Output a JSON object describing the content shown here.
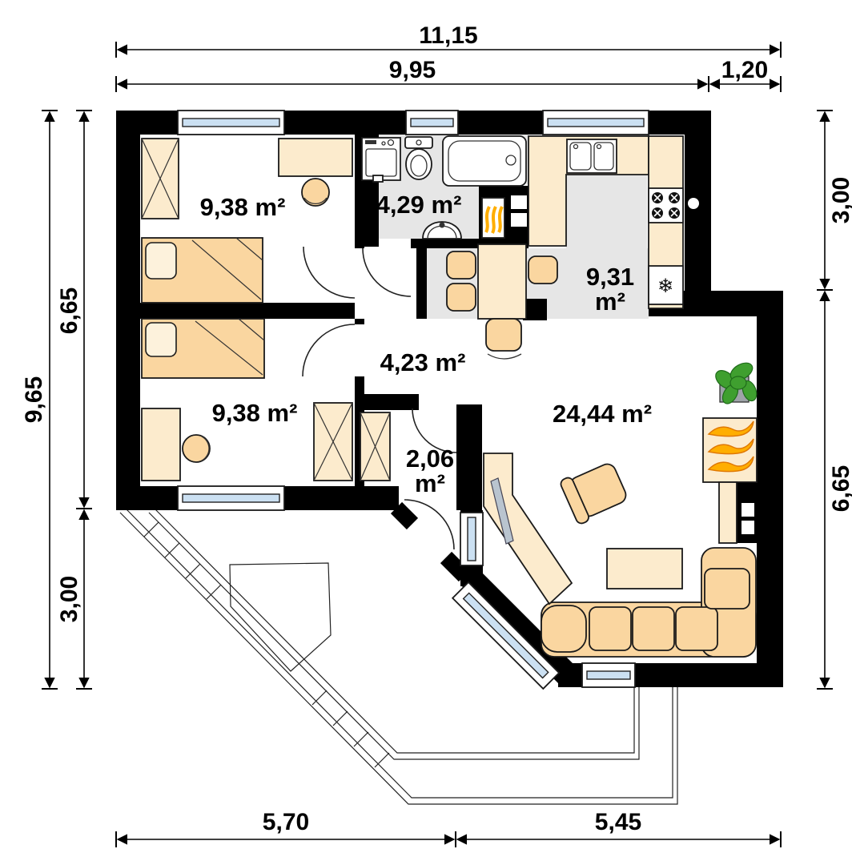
{
  "title": "single-storey house floor plan",
  "dimensions": {
    "top": {
      "total": "11,15",
      "main": "9,95",
      "extension": "1,20"
    },
    "left": {
      "total": "9,65",
      "upper": "6,65",
      "lower": "3,00"
    },
    "right": {
      "upper": "3,00",
      "lower": "6,65"
    },
    "bottom": {
      "left": "5,70",
      "right": "5,45"
    }
  },
  "rooms": {
    "bedroom1": {
      "area": "9,38 m²"
    },
    "bathroom": {
      "area": "4,29 m²"
    },
    "kitchen": {
      "area_value": "9,31",
      "area_unit": "m²"
    },
    "hall": {
      "area": "4,23 m²"
    },
    "bedroom2": {
      "area": "9,38 m²"
    },
    "vestibule": {
      "area_value": "2,06",
      "area_unit": "m²"
    },
    "living": {
      "area": "24,44 m²"
    }
  },
  "icons": {
    "fridge_snowflake": "❄"
  },
  "colors": {
    "wall": "#000000",
    "window_glass": "#CBE0F2",
    "floor_gray": "#E6E6E6",
    "furniture_light": "#FCEBCD",
    "furniture_tan": "#FAD6A0",
    "flame_orange": "#FFAE00",
    "flame_deep": "#E07800",
    "plant_green": "#3F9F2F",
    "plant_dark": "#1F6B1A",
    "tv_gray": "#B9C4CF"
  }
}
